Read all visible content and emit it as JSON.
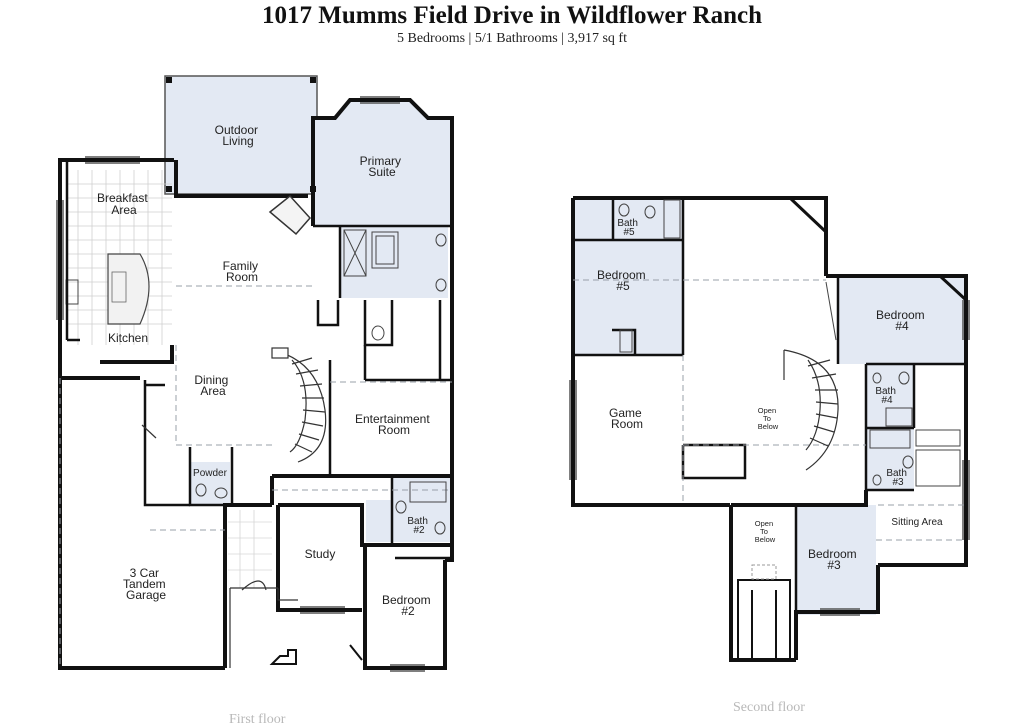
{
  "header": {
    "title": "1017 Mumms Field Drive in Wildflower Ranch",
    "subtitle": "5 Bedrooms | 5/1 Bathrooms | 3,917 sq ft"
  },
  "floors": {
    "first": {
      "caption": "First floor",
      "rooms": {
        "outdoor_living": [
          "Outdoor",
          "Living"
        ],
        "primary_suite": [
          "Primary",
          "Suite"
        ],
        "breakfast_area": [
          "Breakfast",
          "Area"
        ],
        "family_room": [
          "Family",
          "Room"
        ],
        "kitchen": [
          "Kitchen"
        ],
        "dining_area": [
          "Dining",
          "Area"
        ],
        "entertainment_room": [
          "Entertainment",
          "Room"
        ],
        "powder": [
          "Powder"
        ],
        "bath2": [
          "Bath",
          "#2"
        ],
        "study": [
          "Study"
        ],
        "garage": [
          "3 Car",
          "Tandem",
          "Garage"
        ],
        "bedroom2": [
          "Bedroom",
          "#2"
        ]
      }
    },
    "second": {
      "caption": "Second floor",
      "rooms": {
        "bath5": [
          "Bath",
          "#5"
        ],
        "bedroom5": [
          "Bedroom",
          "#5"
        ],
        "bedroom4": [
          "Bedroom",
          "#4"
        ],
        "bath4": [
          "Bath",
          "#4"
        ],
        "game_room": [
          "Game",
          "Room"
        ],
        "open_to_below_1": [
          "Open",
          "To",
          "Below"
        ],
        "bath3": [
          "Bath",
          "#3"
        ],
        "sitting_area": [
          "Sitting Area"
        ],
        "open_to_below_2": [
          "Open",
          "To",
          "Below"
        ],
        "bedroom3": [
          "Bedroom",
          "#3"
        ]
      }
    }
  },
  "colors": {
    "wall": "#111111",
    "room_fill": "#e3e9f3",
    "light_line": "#9aa0a8",
    "caption": "#b8b8b8"
  }
}
